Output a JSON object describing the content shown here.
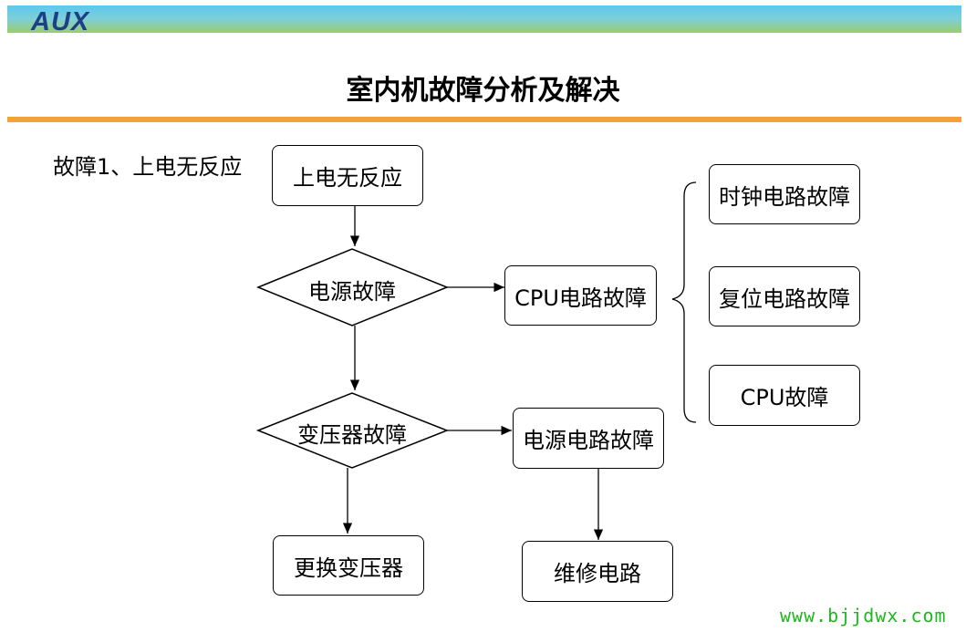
{
  "header": {
    "logo_text": "AUX",
    "title": "室内机故障分析及解决",
    "accent_band_color": "#5cc8ef",
    "rule_color": "#f3a23a"
  },
  "caption": "故障1、上电无反应",
  "flowchart": {
    "start": "上电无反应",
    "decision_power": "电源故障",
    "cpu_circuit": "CPU电路故障",
    "sub_causes": [
      "时钟电路故障",
      "复位电路故障",
      "CPU故障"
    ],
    "decision_transformer": "变压器故障",
    "power_circuit": "电源电路故障",
    "replace_transformer": "更换变压器",
    "repair_circuit": "维修电路"
  },
  "footer": {
    "url": "www.bjjdwx.com",
    "url_color": "#1eb81e"
  }
}
